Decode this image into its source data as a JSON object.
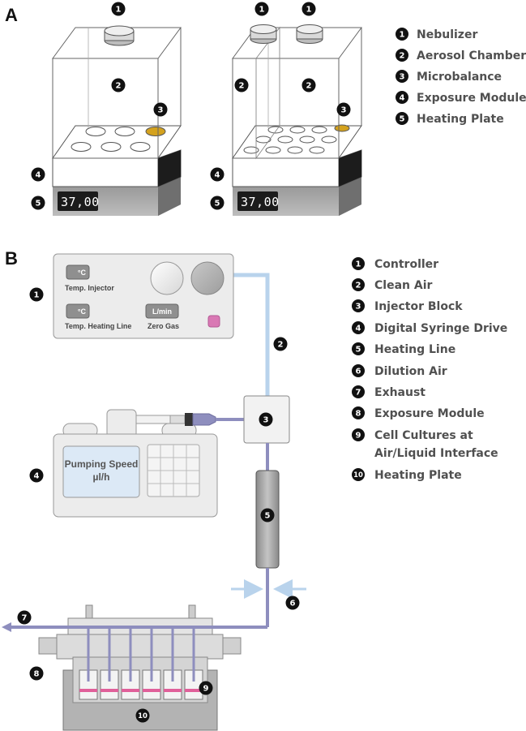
{
  "panel_a": {
    "letter": "A",
    "display_value": "37,00",
    "legend": [
      {
        "num": "1",
        "label": "Nebulizer"
      },
      {
        "num": "2",
        "label": "Aerosol Chamber"
      },
      {
        "num": "3",
        "label": "Microbalance"
      },
      {
        "num": "4",
        "label": "Exposure Module"
      },
      {
        "num": "5",
        "label": "Heating Plate"
      }
    ]
  },
  "panel_b": {
    "letter": "B",
    "controller": {
      "temp_unit": "°C",
      "temp_injector_label": "Temp. Injector",
      "temp_heating_line_label": "Temp. Heating Line",
      "flow_unit": "L/min",
      "zero_gas_label": "Zero Gas"
    },
    "syringe_drive": {
      "title": "Pumping Speed",
      "unit": "µl/h"
    },
    "legend": [
      {
        "num": "1",
        "label": "Controller"
      },
      {
        "num": "2",
        "label": "Clean Air"
      },
      {
        "num": "3",
        "label": "Injector Block"
      },
      {
        "num": "4",
        "label": "Digital Syringe Drive"
      },
      {
        "num": "5",
        "label": "Heating Line"
      },
      {
        "num": "6",
        "label": "Dilution Air"
      },
      {
        "num": "7",
        "label": "Exhaust"
      },
      {
        "num": "8",
        "label": "Exposure Module"
      },
      {
        "num": "9",
        "label": "Cell Cultures at",
        "label2": "Air/Liquid Interface"
      },
      {
        "num": "10",
        "label": "Heating Plate"
      }
    ]
  },
  "colors": {
    "marker": "#111111",
    "clean_air_line": "#b9d3ec",
    "aerosol_line": "#8e8ebe",
    "microbalance": "#d4a21e",
    "pink_indicator": "#d978b4",
    "cell_pink": "#e0609a"
  }
}
